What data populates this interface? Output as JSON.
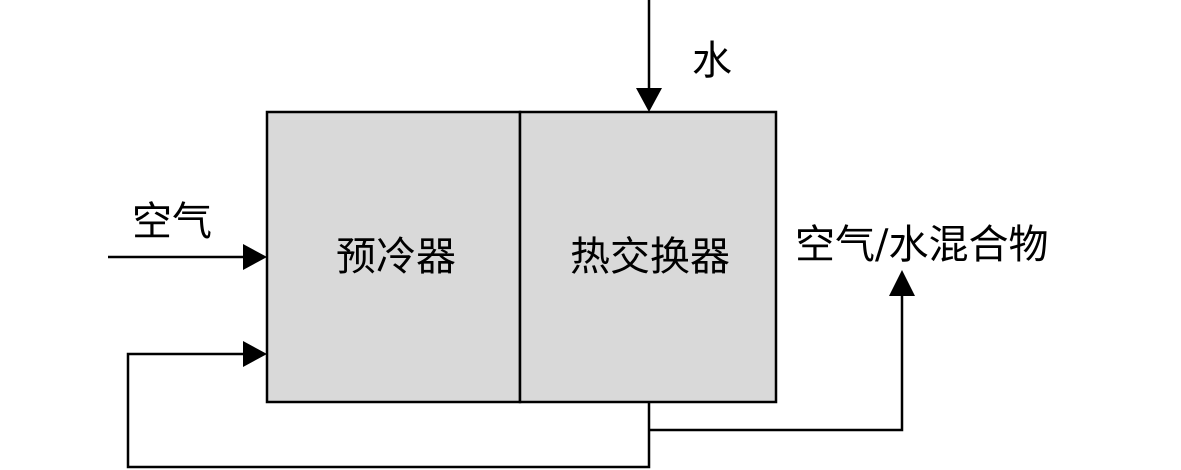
{
  "diagram": {
    "colors": {
      "box_fill": "#d9d9d9",
      "stroke": "#000000",
      "background": "#ffffff"
    },
    "blocks": {
      "precooler": "预冷器",
      "heat_exchanger": "热交换器"
    },
    "flows": {
      "water_in": "水",
      "air_in": "空气",
      "mixture_out": "空气/水混合物"
    }
  }
}
